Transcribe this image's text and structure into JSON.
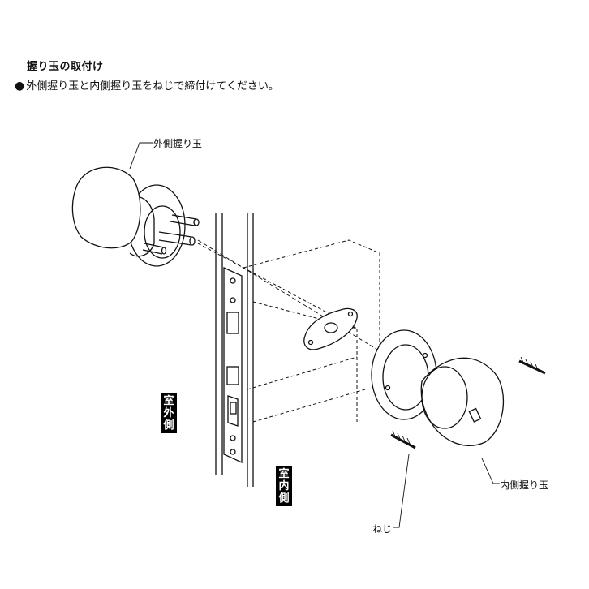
{
  "title": "握り玉の取付け",
  "instruction": {
    "bullet": "●",
    "text": "外側握り玉と内側握り玉をねじで締付けてください。"
  },
  "labels": {
    "outer_knob": "外側握り玉",
    "inner_knob": "内側握り玉",
    "screw": "ねじ",
    "exterior_side": [
      "室",
      "外",
      "側"
    ],
    "interior_side": [
      "室",
      "内",
      "側"
    ]
  }
}
